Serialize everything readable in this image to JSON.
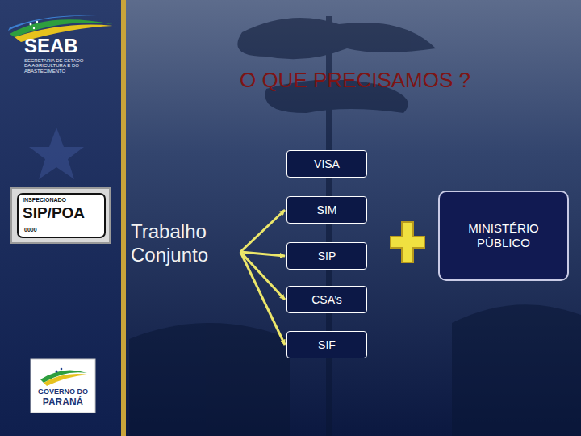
{
  "diagram": {
    "title": "O QUE PRECISAMOS ?",
    "nodes": [
      {
        "text": [
          "Trabalho Conjunto"
        ]
      },
      {
        "text": [
          "VISA"
        ]
      },
      {
        "text": [
          "SIM"
        ]
      },
      {
        "text": [
          "SIP"
        ]
      },
      {
        "text": [
          "CSA’s"
        ]
      },
      {
        "text": [
          "SIF"
        ]
      },
      {
        "text": [
          "MINISTÉRIO PÚBLICO"
        ]
      }
    ],
    "edges": [
      {
        "from": 0,
        "to": 2,
        "arrow": "to"
      },
      {
        "from": 0,
        "to": 3,
        "arrow": "to"
      },
      {
        "from": 0,
        "to": 4,
        "arrow": "to"
      },
      {
        "from": 0,
        "to": 5,
        "arrow": "to"
      }
    ],
    "labels": [
      "SEAB",
      "SECRETARIA DE ESTADO DA AGRICULTURA E DO ABASTECIMENTO",
      "INSPECIONADO",
      "SIP/POA",
      "0000",
      "GOVERNO DO",
      "PARANÁ"
    ]
  }
}
